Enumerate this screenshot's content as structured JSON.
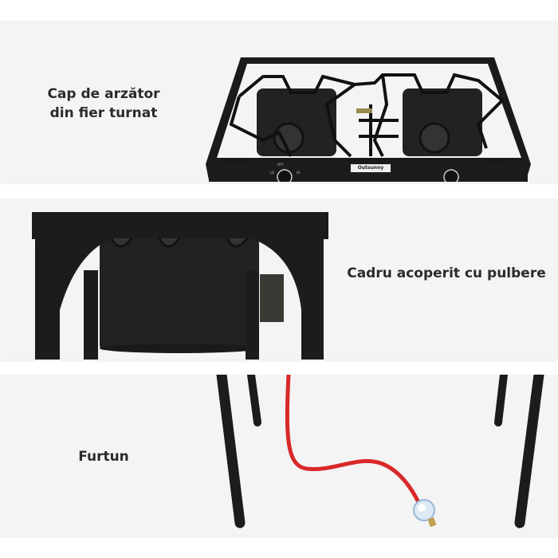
{
  "panels": [
    {
      "caption_line1": "Cap de arzător",
      "caption_line2": "din fier turnat"
    },
    {
      "caption": "Cadru acoperit cu pulbere"
    },
    {
      "caption": "Furtun"
    }
  ],
  "brand_logo": "Outsunny",
  "knob_labels": {
    "off": "OFF",
    "lo": "LO",
    "hi": "HI"
  },
  "colors": {
    "panel_bg": "#f4f4f4",
    "metal": "#1c1c1c",
    "hose": "#d8282a"
  }
}
